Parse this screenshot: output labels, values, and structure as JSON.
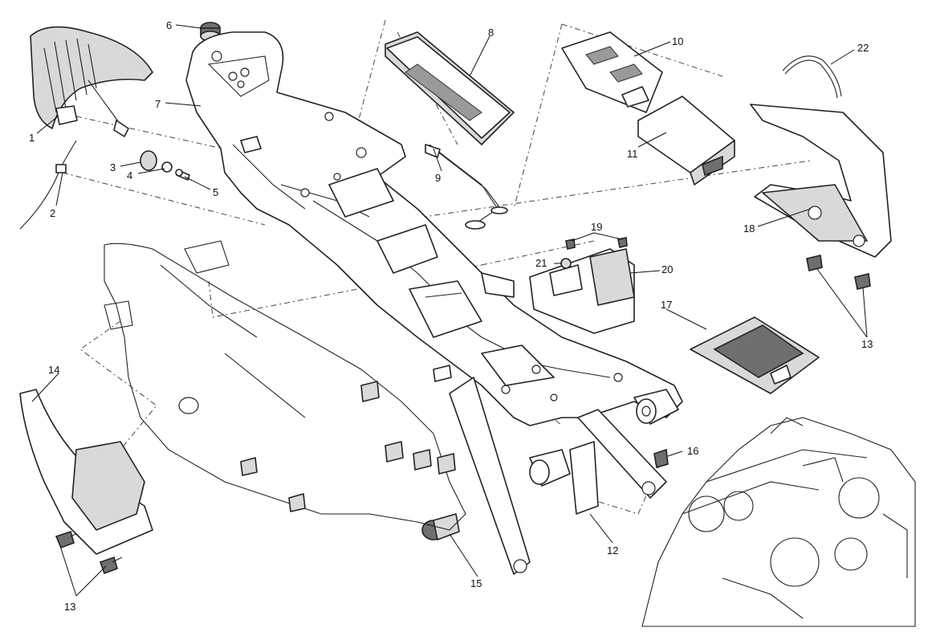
{
  "callouts": [
    {
      "id": "c1",
      "text": "1"
    },
    {
      "id": "c2",
      "text": "2"
    },
    {
      "id": "c3",
      "text": "3"
    },
    {
      "id": "c4",
      "text": "4"
    },
    {
      "id": "c5",
      "text": "5"
    },
    {
      "id": "c6",
      "text": "6"
    },
    {
      "id": "c7",
      "text": "7"
    },
    {
      "id": "c8",
      "text": "8"
    },
    {
      "id": "c9",
      "text": "9"
    },
    {
      "id": "c10",
      "text": "10"
    },
    {
      "id": "c11",
      "text": "11"
    },
    {
      "id": "c12",
      "text": "12"
    },
    {
      "id": "c13a",
      "text": "13"
    },
    {
      "id": "c13b",
      "text": "13"
    },
    {
      "id": "c14",
      "text": "14"
    },
    {
      "id": "c15",
      "text": "15"
    },
    {
      "id": "c16",
      "text": "16"
    },
    {
      "id": "c17",
      "text": "17"
    },
    {
      "id": "c18",
      "text": "18"
    },
    {
      "id": "c19",
      "text": "19"
    },
    {
      "id": "c20",
      "text": "20"
    },
    {
      "id": "c21",
      "text": "21"
    },
    {
      "id": "c22",
      "text": "22"
    }
  ],
  "colors": {
    "line": "#222222",
    "background": "#ffffff",
    "shade": "#d9d9d9"
  }
}
